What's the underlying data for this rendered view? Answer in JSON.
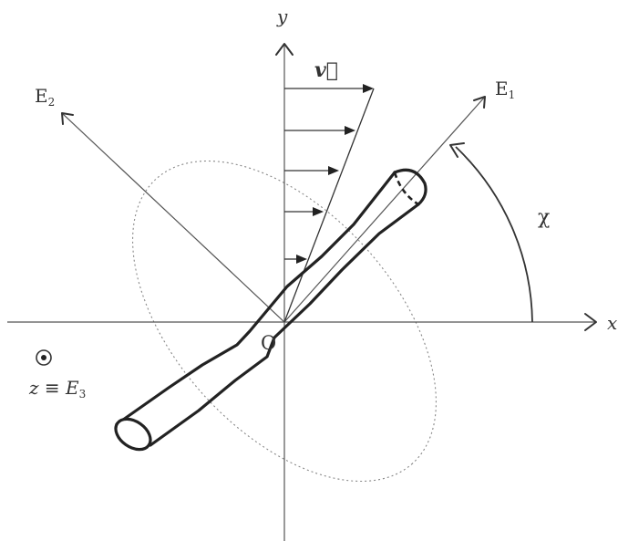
{
  "labels": {
    "y_axis": "y",
    "x_axis": "x",
    "velocity": "v⃗",
    "e1": "E",
    "e1_sub": "1",
    "e2": "E",
    "e2_sub": "2",
    "origin": "O",
    "angle": "χ",
    "z_label": "z ≡ E",
    "z_sub": "3"
  }
}
